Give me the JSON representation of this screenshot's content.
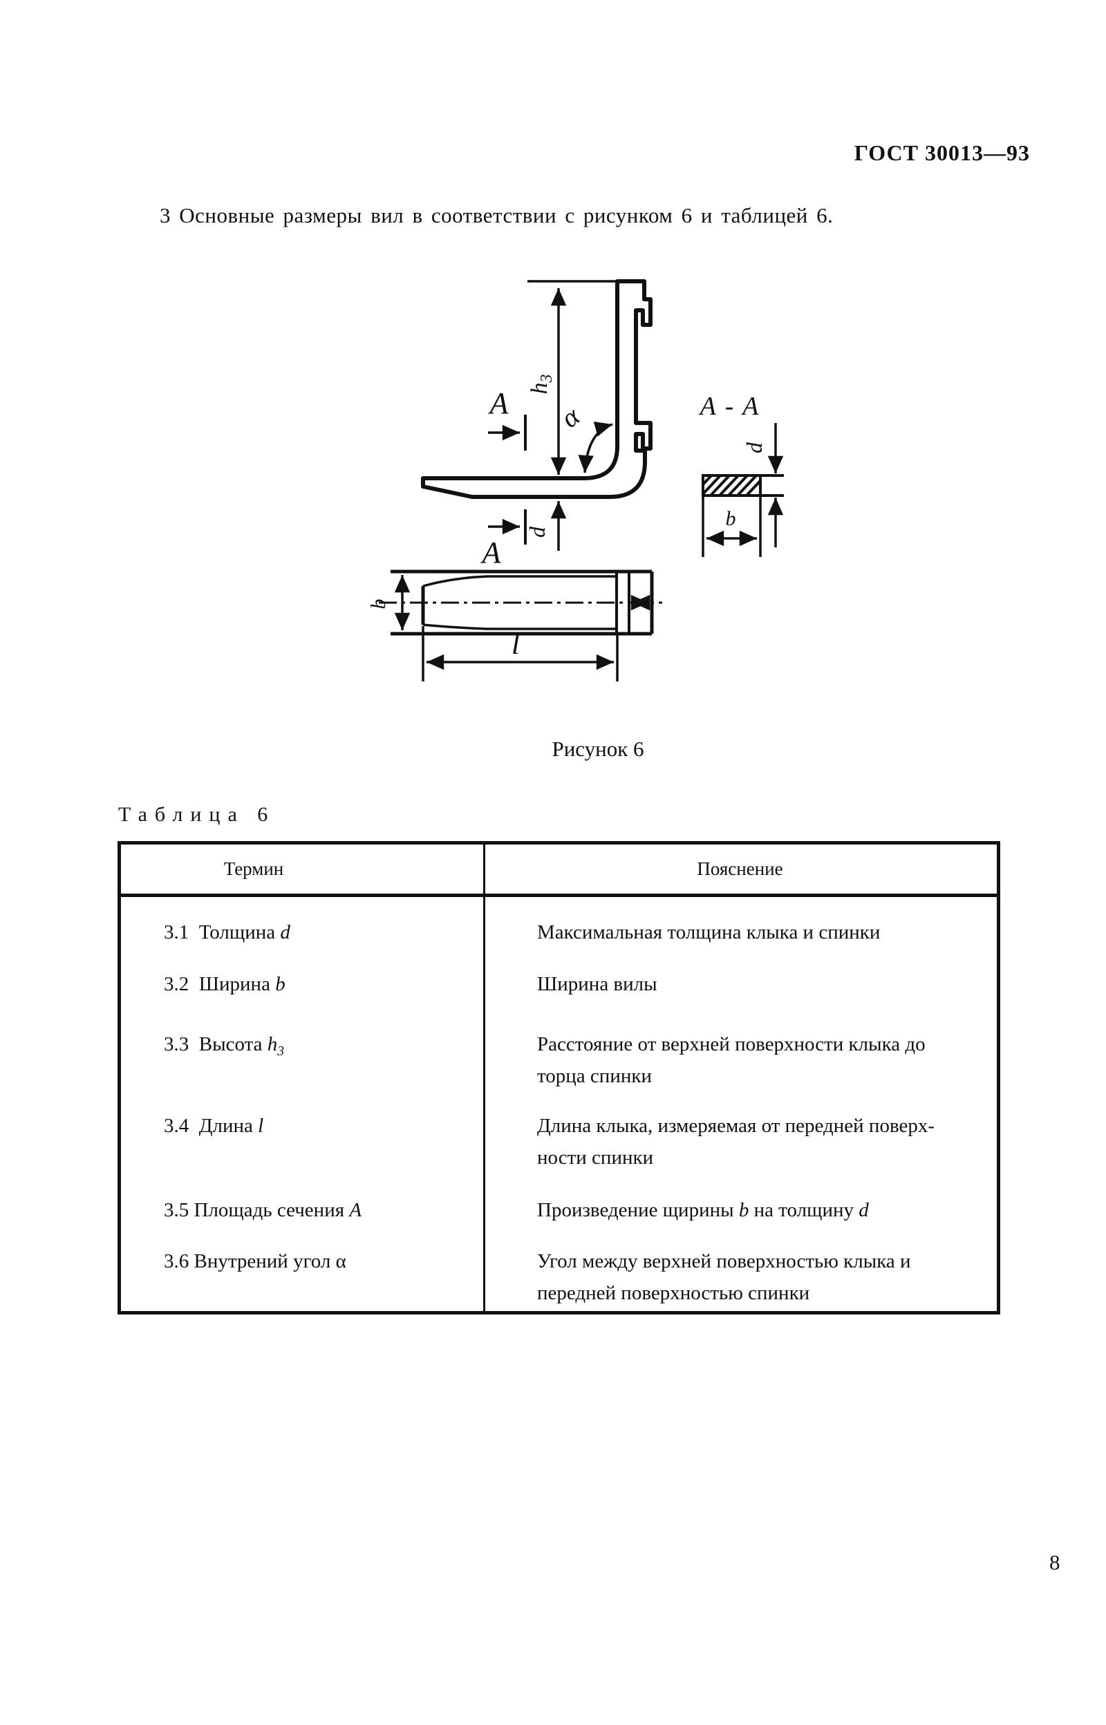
{
  "page": {
    "standard_number": "ГОСТ 30013—93",
    "intro": "3 Основные размеры вил в соответствии с рисунком 6 и таблицей 6.",
    "figure_caption": "Рисунок 6",
    "table_label": "Таблица 6",
    "page_number": "8"
  },
  "figure": {
    "section_letter": "A",
    "section_title": "A - A",
    "h_label": "h",
    "h_sub": "3",
    "alpha_label": "α",
    "d_label": "d",
    "b_label": "b",
    "l_label": "l"
  },
  "table": {
    "headers": [
      "Термин",
      "Пояснение"
    ],
    "rows": [
      {
        "term": [
          {
            "t": "3.1  Толщина "
          },
          {
            "t": "d",
            "i": true
          }
        ],
        "explanation": [
          {
            "t": "Максимальная толщина клыка и спинки"
          }
        ]
      },
      {
        "term": [
          {
            "t": "3.2  Ширина "
          },
          {
            "t": "b",
            "i": true
          }
        ],
        "explanation": [
          {
            "t": "Ширина вилы"
          }
        ]
      },
      {
        "term": [
          {
            "t": "3.3  Высота "
          },
          {
            "t": "h",
            "i": true
          },
          {
            "t": "3",
            "sub": true,
            "i": true
          }
        ],
        "explanation": [
          {
            "t": "Расстояние от верхней поверхности клыка до"
          },
          {
            "br": true
          },
          {
            "t": "торца спинки"
          }
        ]
      },
      {
        "term": [
          {
            "t": "3.4  Длина "
          },
          {
            "t": "l",
            "i": true
          }
        ],
        "explanation": [
          {
            "t": "Длина клыка, измеряемая от передней поверх-"
          },
          {
            "br": true
          },
          {
            "t": "ности спинки"
          }
        ]
      },
      {
        "term": [
          {
            "t": "3.5 Площадь сечения "
          },
          {
            "t": "A",
            "i": true
          }
        ],
        "explanation": [
          {
            "t": "Произведение щирины "
          },
          {
            "t": "b",
            "i": true
          },
          {
            "t": " на толщину "
          },
          {
            "t": "d",
            "i": true
          }
        ]
      },
      {
        "term": [
          {
            "t": "3.6 Внутрений угол α"
          }
        ],
        "explanation": [
          {
            "t": "Угол между верхней поверхностью клыка и"
          },
          {
            "br": true
          },
          {
            "t": "передней поверхностью спинки"
          }
        ]
      }
    ]
  }
}
